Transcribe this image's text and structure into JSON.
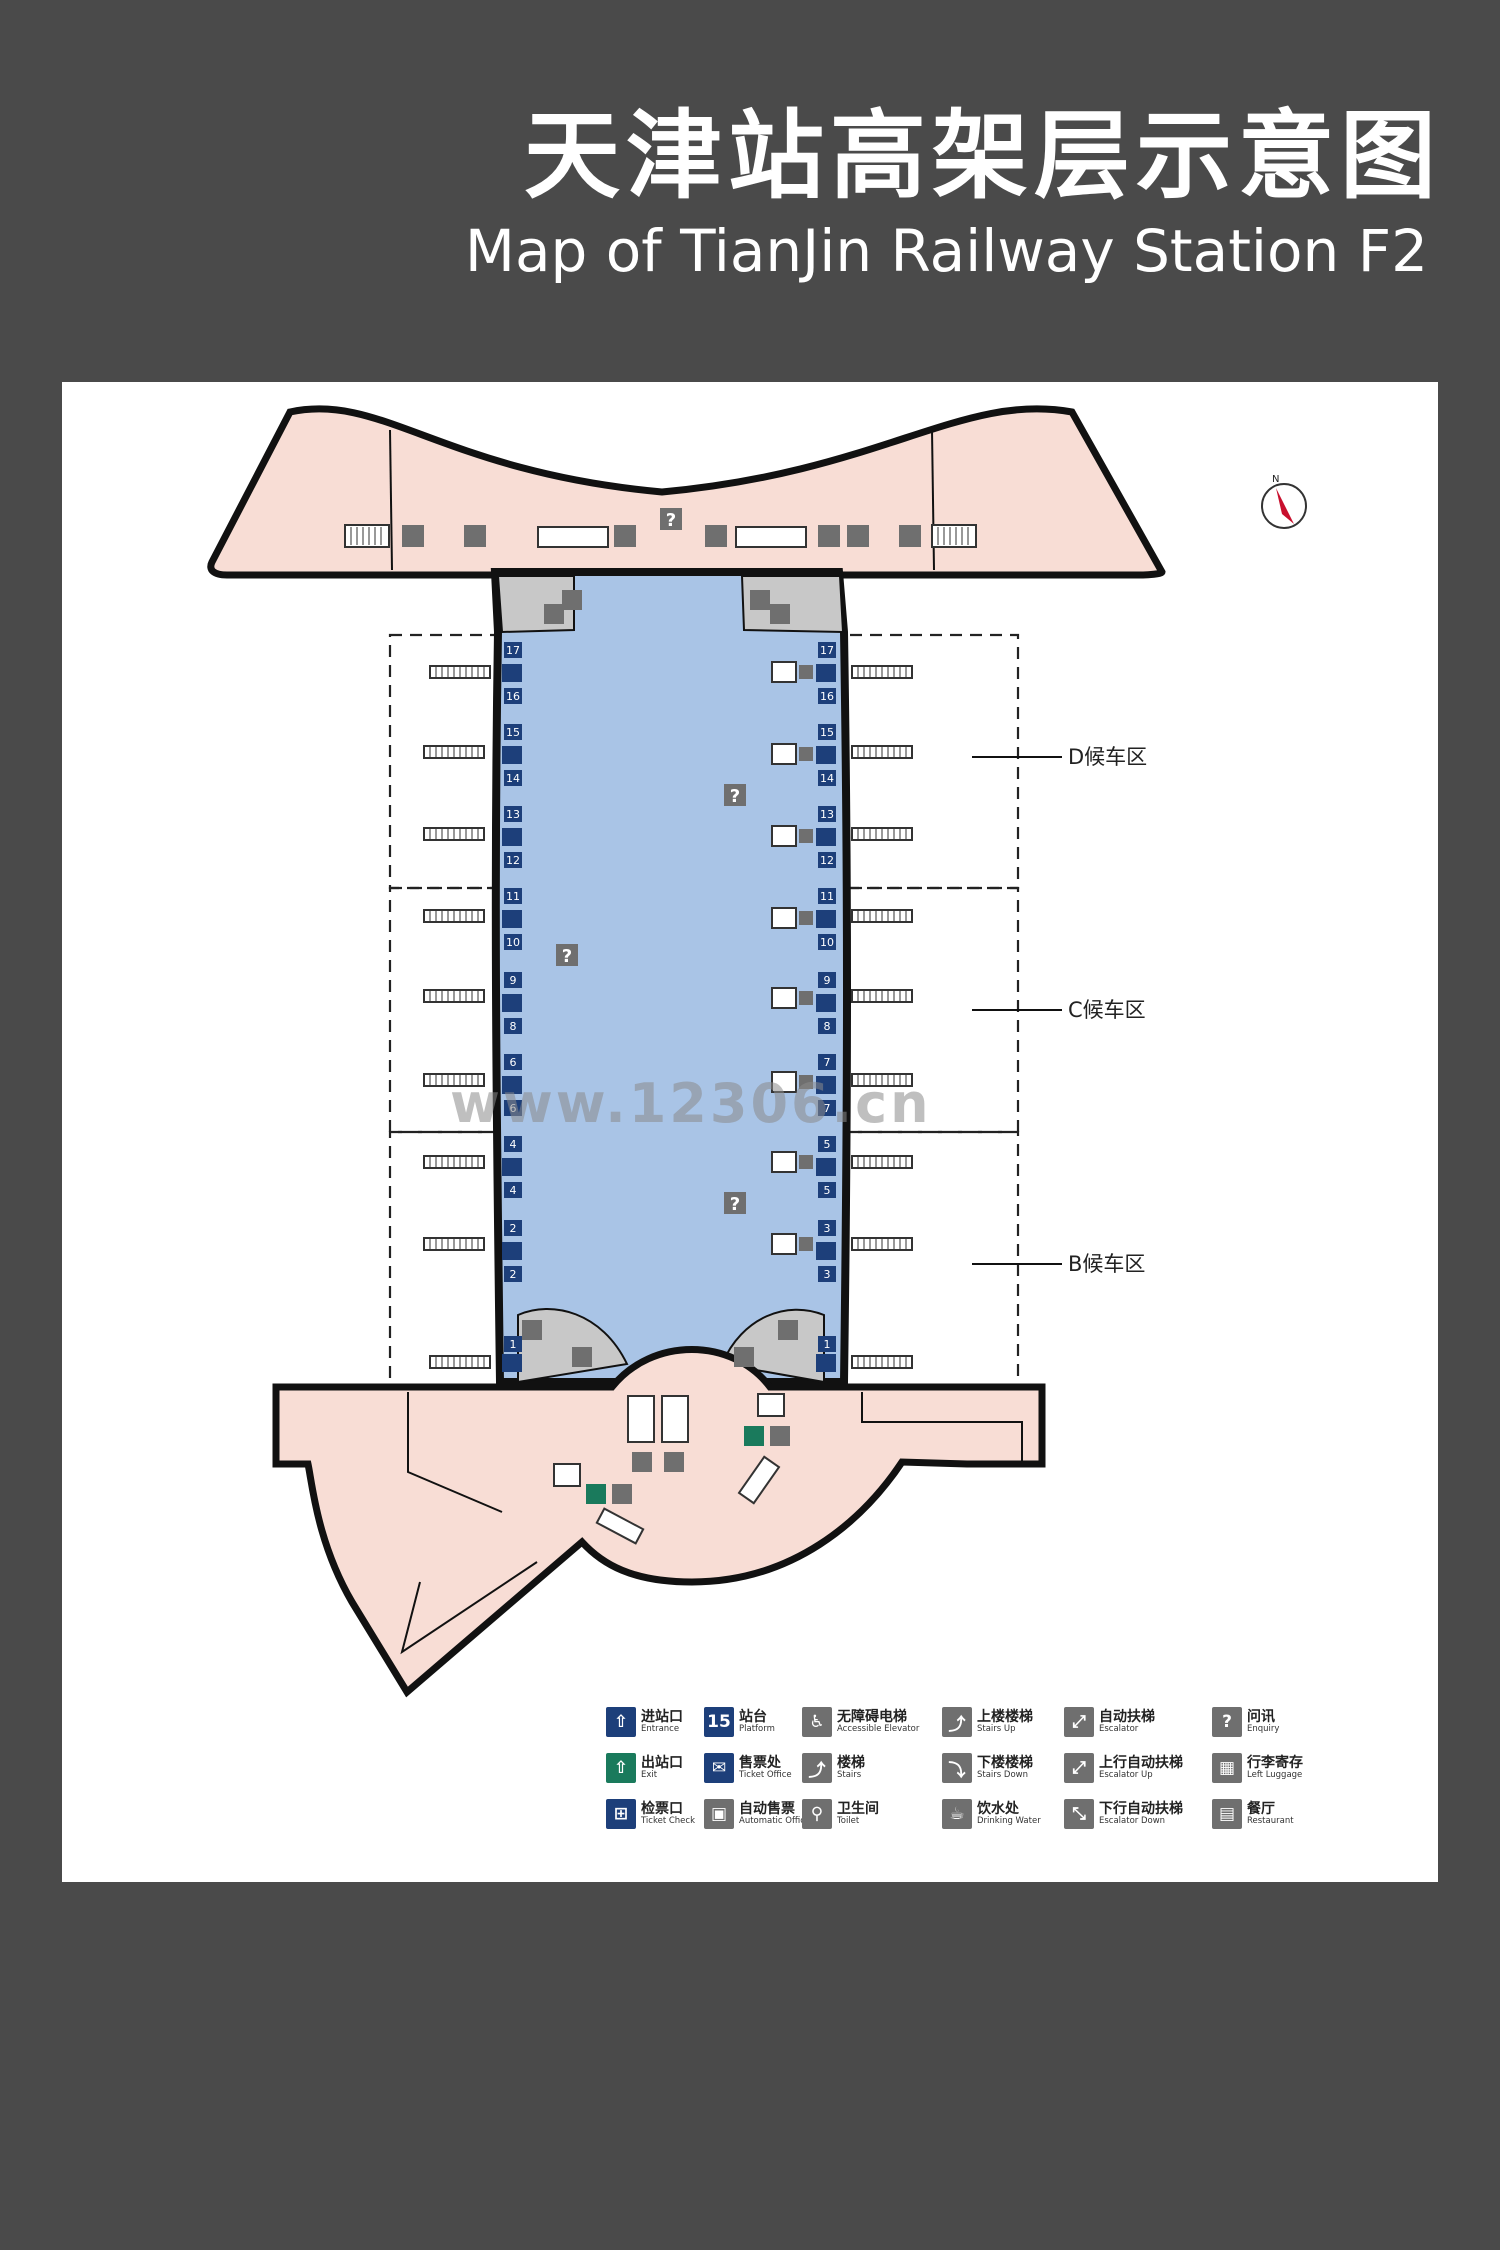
{
  "title": {
    "cn": "天津站高架层示意图",
    "en": "Map of TianJin Railway Station F2"
  },
  "compass_label": "N",
  "zones": [
    "D候车区",
    "C候车区",
    "B候车区"
  ],
  "platforms_left": [
    "17",
    "16",
    "15",
    "14",
    "13",
    "12",
    "11",
    "10",
    "9",
    "8",
    "6",
    "6",
    "4",
    "4",
    "2",
    "2",
    "1"
  ],
  "platforms_right": [
    "17",
    "16",
    "15",
    "14",
    "13",
    "12",
    "11",
    "10",
    "9",
    "8",
    "7",
    "7",
    "5",
    "5",
    "3",
    "3",
    "1"
  ],
  "watermark": "www.12306.cn",
  "enquiry_glyph": "?",
  "legend": [
    {
      "cn": "进站口",
      "en": "Entrance",
      "icon": "entrance-icon",
      "color": "#1d3f7a",
      "glyph": "⇧"
    },
    {
      "cn": "站台",
      "en": "Platform",
      "icon": "platform-number-icon",
      "color": "#1d3f7a",
      "glyph": "15"
    },
    {
      "cn": "无障碍电梯",
      "en": "Accessible Elevator",
      "icon": "accessible-elevator-icon",
      "color": "#6f6f6f",
      "glyph": "♿"
    },
    {
      "cn": "上楼楼梯",
      "en": "Stairs Up",
      "icon": "stairs-up-icon",
      "color": "#6f6f6f",
      "glyph": "⤴"
    },
    {
      "cn": "自动扶梯",
      "en": "Escalator",
      "icon": "escalator-icon",
      "color": "#6f6f6f",
      "glyph": "⤢"
    },
    {
      "cn": "问讯",
      "en": "Enquiry",
      "icon": "enquiry-icon",
      "color": "#6f6f6f",
      "glyph": "?"
    },
    {
      "cn": "出站口",
      "en": "Exit",
      "icon": "exit-icon",
      "color": "#1a7a5c",
      "glyph": "⇧"
    },
    {
      "cn": "售票处",
      "en": "Ticket Office",
      "icon": "ticket-office-icon",
      "color": "#1d3f7a",
      "glyph": "✉"
    },
    {
      "cn": "楼梯",
      "en": "Stairs",
      "icon": "stairs-icon",
      "color": "#6f6f6f",
      "glyph": "⤴"
    },
    {
      "cn": "下楼楼梯",
      "en": "Stairs Down",
      "icon": "stairs-down-icon",
      "color": "#6f6f6f",
      "glyph": "⤵"
    },
    {
      "cn": "上行自动扶梯",
      "en": "Escalator Up",
      "icon": "escalator-up-icon",
      "color": "#6f6f6f",
      "glyph": "⤢"
    },
    {
      "cn": "行李寄存",
      "en": "Left Luggage",
      "icon": "left-luggage-icon",
      "color": "#6f6f6f",
      "glyph": "▦"
    },
    {
      "cn": "检票口",
      "en": "Ticket Check",
      "icon": "ticket-check-icon",
      "color": "#1d3f7a",
      "glyph": "⊞"
    },
    {
      "cn": "自动售票",
      "en": "Automatic Office",
      "icon": "automatic-ticket-icon",
      "color": "#6f6f6f",
      "glyph": "▣"
    },
    {
      "cn": "卫生间",
      "en": "Toilet",
      "icon": "toilet-icon",
      "color": "#6f6f6f",
      "glyph": "⚲"
    },
    {
      "cn": "饮水处",
      "en": "Drinking Water",
      "icon": "drinking-water-icon",
      "color": "#6f6f6f",
      "glyph": "☕"
    },
    {
      "cn": "下行自动扶梯",
      "en": "Escalator Down",
      "icon": "escalator-down-icon",
      "color": "#6f6f6f",
      "glyph": "⤡"
    },
    {
      "cn": "餐厅",
      "en": "Restaurant",
      "icon": "restaurant-icon",
      "color": "#6f6f6f",
      "glyph": "▤"
    }
  ],
  "colors": {
    "background": "#4a4a4a",
    "hall_pink": "#f8ddd5",
    "waiting_blue": "#a9c4e6",
    "service_gray": "#c8c8c8",
    "platform_navy": "#1d3f7a",
    "exit_green": "#1a7a5c"
  }
}
